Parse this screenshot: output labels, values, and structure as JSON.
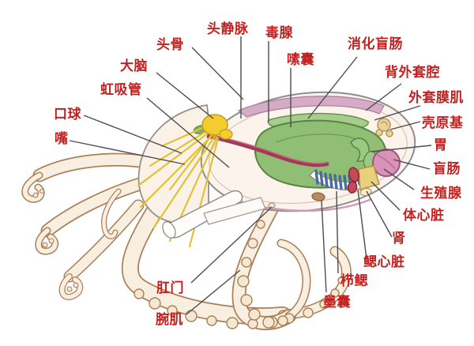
{
  "diagram": {
    "type": "octopus-anatomy",
    "language": "zh",
    "label_color": "#c32120",
    "pointer_line_color": "#4d4d4d",
    "background_color": "#ffffff",
    "labels": {
      "head_vein": "头静脉",
      "poison_gland": "毒腺",
      "skull": "头骨",
      "crop": "嗉囊",
      "digestive_cecum": "消化盲肠",
      "brain": "大脑",
      "dorsal_mantle_cavity": "背外套腔",
      "siphon": "虹吸管",
      "mantle_muscle": "外套膜肌",
      "buccal_mass": "口球",
      "shell_rudiment": "壳原基",
      "mouth": "嘴",
      "stomach": "胃",
      "cecum": "盲肠",
      "gonad": "生殖腺",
      "systemic_heart": "体心脏",
      "kidney": "肾",
      "branchial_heart": "鳃心脏",
      "comb_gill": "栉鳃",
      "ink_sac": "墨囊",
      "anus": "肛门",
      "arm_muscle": "腕肌"
    },
    "organ_colors": {
      "digestive_gland_green": "#8fbe74",
      "cecum_strip_green": "#a6cd8d",
      "nerve_yellow": "#f2cd2d",
      "mantle_band_pink": "#d6abc6",
      "gonad_pink": "#d992b8",
      "heart_red": "#c64a58",
      "gill_blue": "#4a6aa0",
      "gonad_yellow_sac": "#e9d07d",
      "shell_rudiment_tan": "#ead29b",
      "body_cream": "#f9efe0",
      "arm_outline_tan": "#a97e53",
      "esophagus_maroon": "#a13b57"
    }
  }
}
